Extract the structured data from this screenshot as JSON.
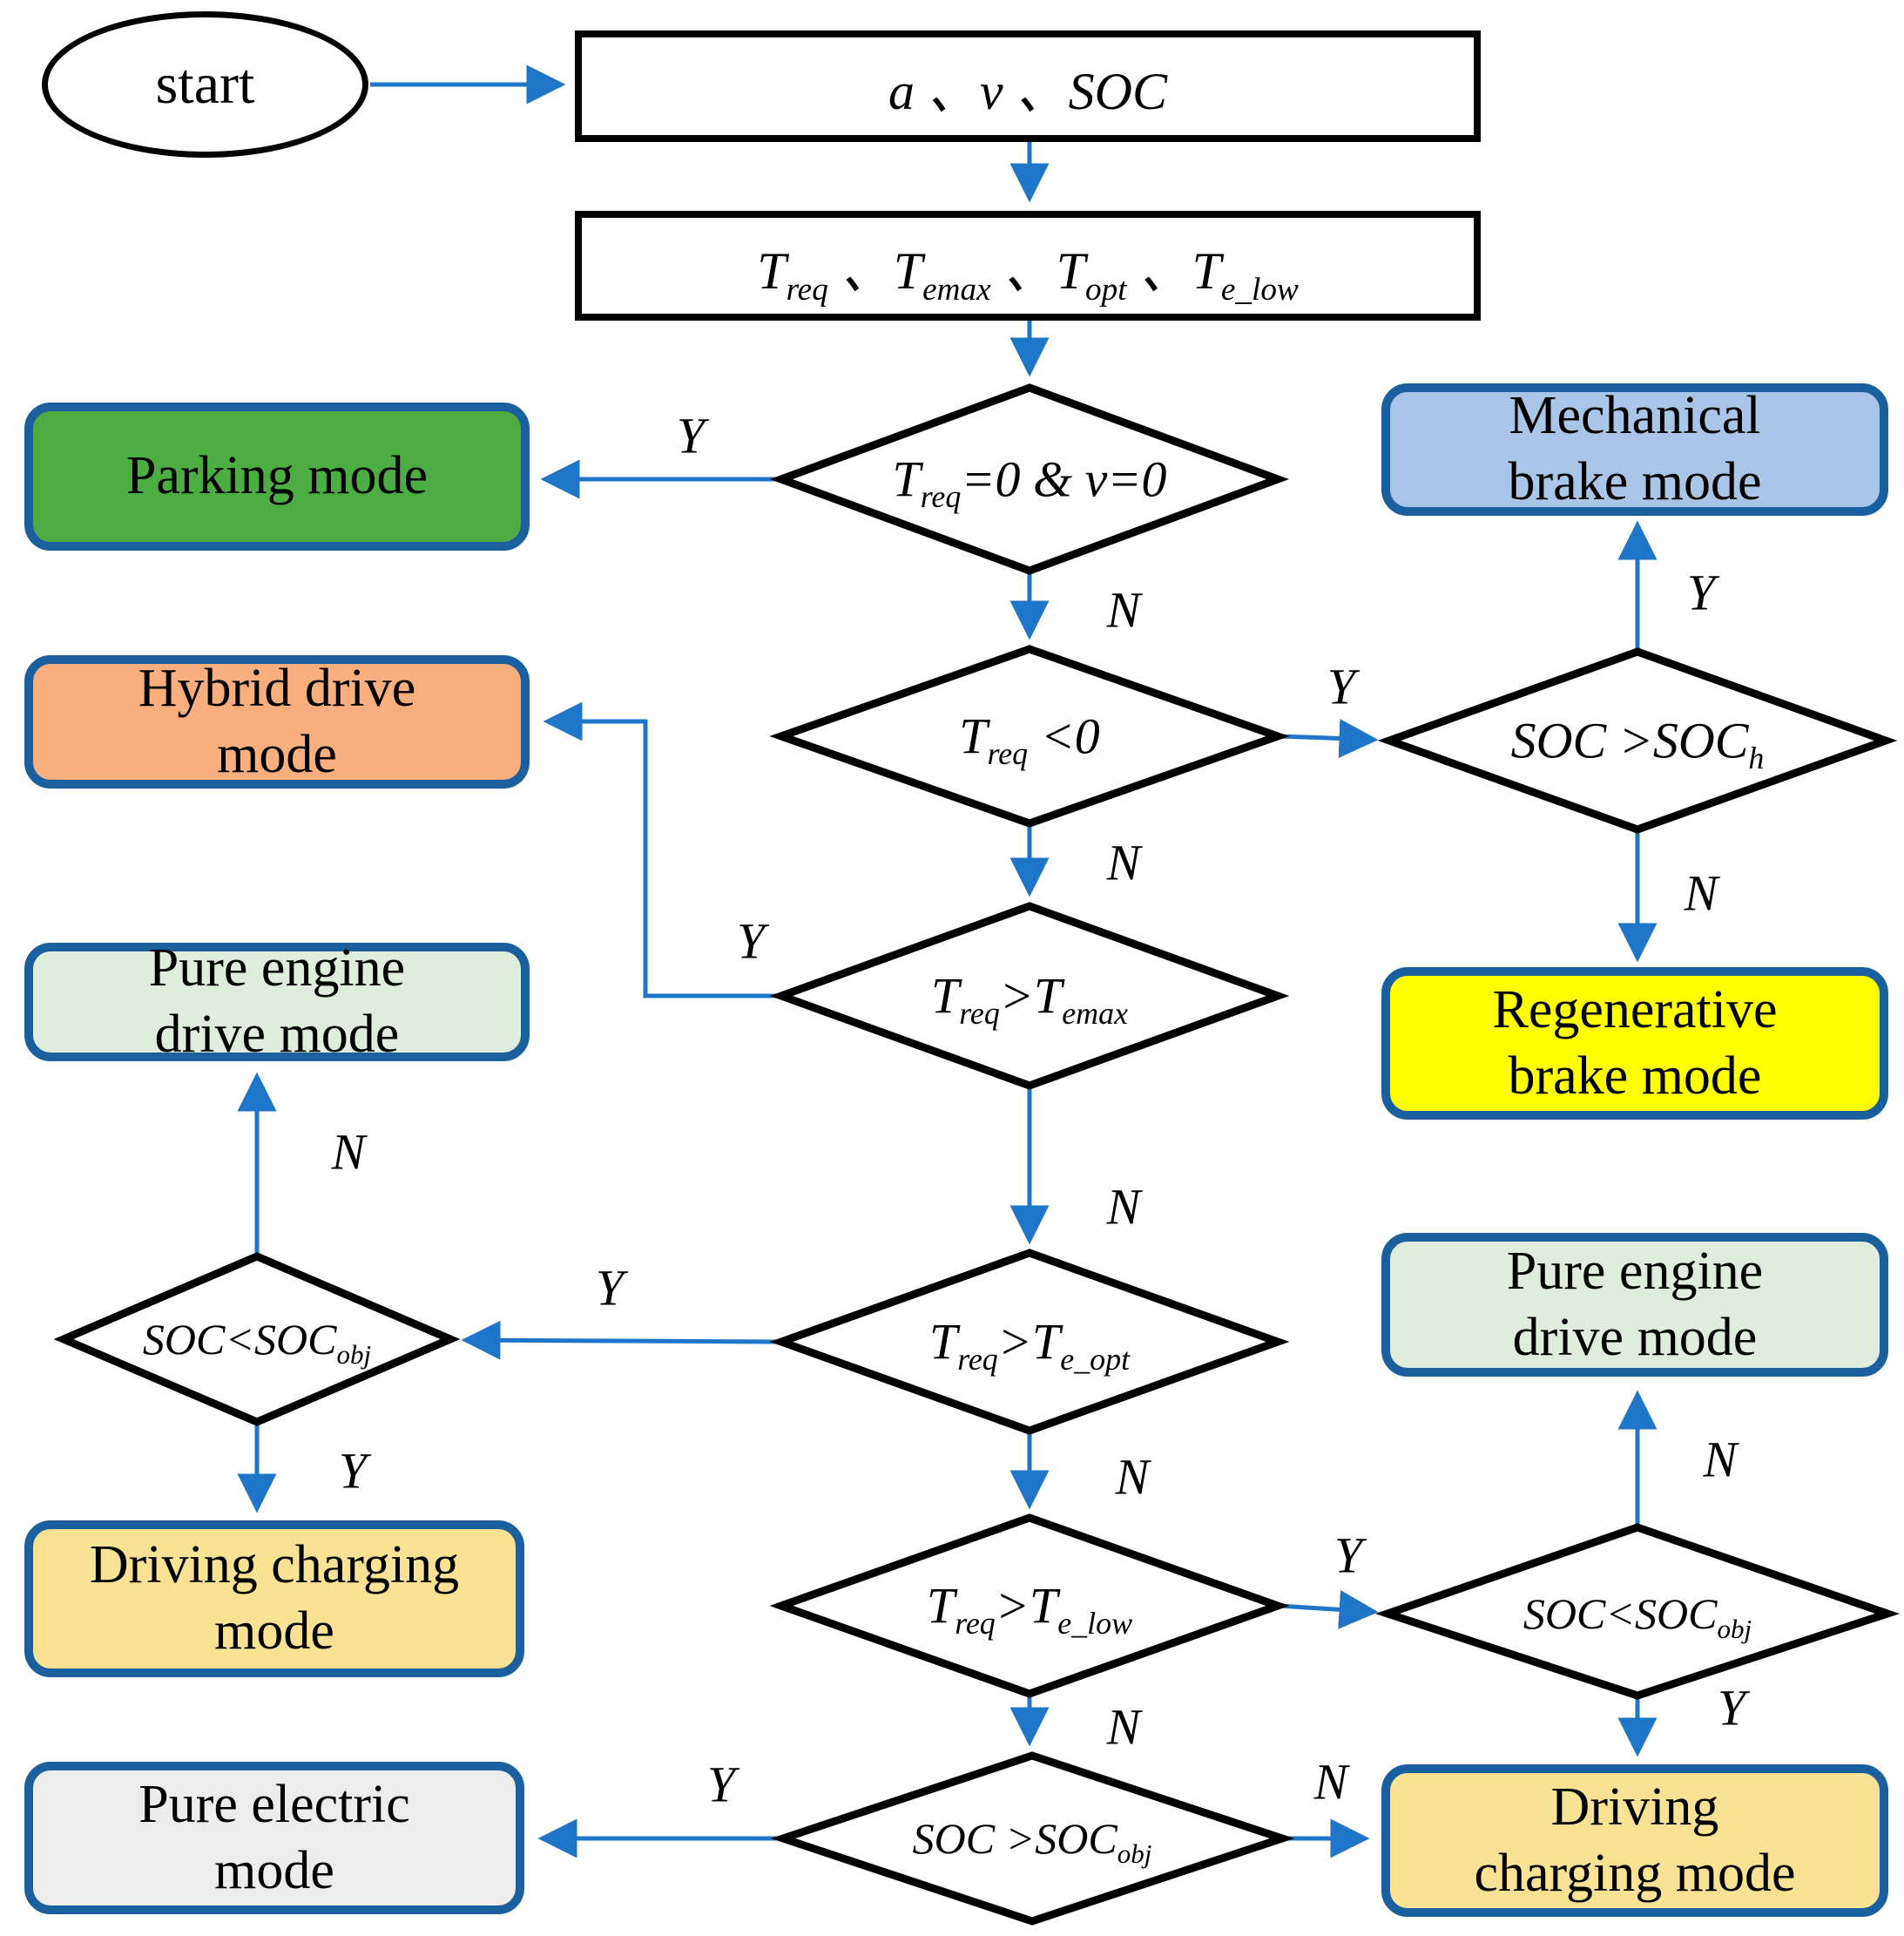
{
  "palette": {
    "arrow_blue": "#1f76c8",
    "mode_border_blue": "#1a5f9e",
    "shape_border_black": "#000000",
    "parking_green": "#4bad42",
    "hybrid_orange": "#f9af7d",
    "mechanical_blue": "#a9c5e8",
    "regenerative_yellow": "#ffff00",
    "pure_engine_green": "#dfeedc",
    "driving_charging_gold": "#fae294",
    "pure_electric_gray": "#ececec",
    "process_white": "#ffffff"
  },
  "nodes": {
    "start": {
      "label": "start"
    },
    "inputs_math": "a 、v 、SOC",
    "torques_math": "T~req~ 、T~emax~ 、T~opt~ 、T~e_low~",
    "decisions": {
      "d_stop": "T~req~=0 & v=0",
      "d_brake": "T~req~ <0",
      "d_soc_h": "SOC >SOC~h~",
      "d_emax": "T~req~>T~emax~",
      "d_eopt": "T~req~>T~e_opt~",
      "d_elow": "T~req~>T~e_low~",
      "d_soc_obj_left": "SOC<SOC~obj~",
      "d_soc_obj_right": "SOC<SOC~obj~",
      "d_soc_obj_bottom": "SOC >SOC~obj~"
    },
    "modes": {
      "parking": "Parking mode",
      "hybrid": "Hybrid drive\nmode",
      "pure_engine_left": "Pure engine\ndrive mode",
      "driving_charging_left": "Driving charging\nmode",
      "pure_electric": "Pure electric\nmode",
      "mechanical_brake": "Mechanical\nbrake mode",
      "regenerative_brake": "Regenerative\nbrake mode",
      "pure_engine_right": "Pure engine\ndrive mode",
      "driving_charging_right": "Driving\ncharging mode"
    }
  },
  "edge_labels": {
    "d_stop_y": "Y",
    "d_stop_n": "N",
    "d_brake_y": "Y",
    "d_brake_n": "N",
    "d_soc_h_y": "Y",
    "d_soc_h_n": "N",
    "d_emax_y": "Y",
    "d_emax_n": "N",
    "d_eopt_y": "Y",
    "d_eopt_n": "N",
    "d_soc_obj_left_n": "N",
    "d_soc_obj_left_y": "Y",
    "d_elow_y": "Y",
    "d_elow_n": "N",
    "d_soc_obj_right_n": "N",
    "d_soc_obj_right_y": "Y",
    "d_soc_obj_bottom_y": "Y",
    "d_soc_obj_bottom_n": "N"
  }
}
